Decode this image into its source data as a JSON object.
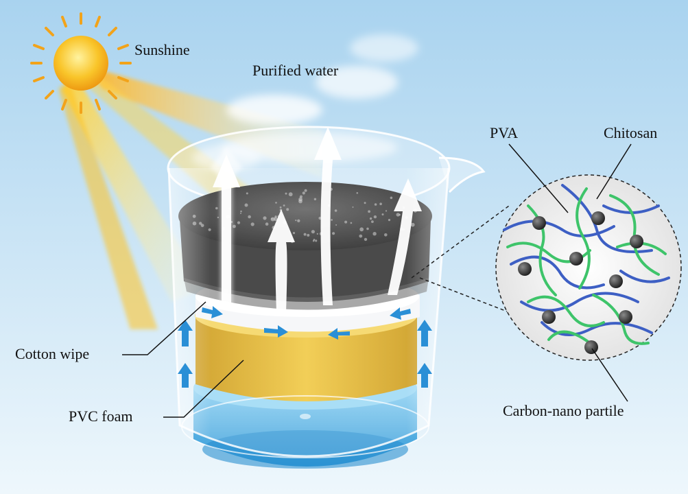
{
  "labels": {
    "sunshine": "Sunshine",
    "purified_water": "Purified water",
    "pva": "PVA",
    "chitosan": "Chitosan",
    "cotton_wipe": "Cotton wipe",
    "pvc_foam": "PVC foam",
    "carbon_nano": "Carbon-nano partile"
  },
  "colors": {
    "sky_top": "#a9d3ef",
    "sky_bottom": "#eaf5fc",
    "sun": "#f7b51c",
    "sun_ray": "#f5a623",
    "water": "#5cb8e8",
    "pvc_foam": "#e3b21e",
    "absorber": "#2e2e2e",
    "pva_fiber": "#3d5fc4",
    "chitosan_fiber": "#3ec46a",
    "carbon_particle": "#333333",
    "flow_arrow": "#2a8fd6"
  },
  "icons": {
    "sun": "sun-icon",
    "vapor_arrow": "arrow-up-icon",
    "flow_arrow": "arrow-icon"
  }
}
